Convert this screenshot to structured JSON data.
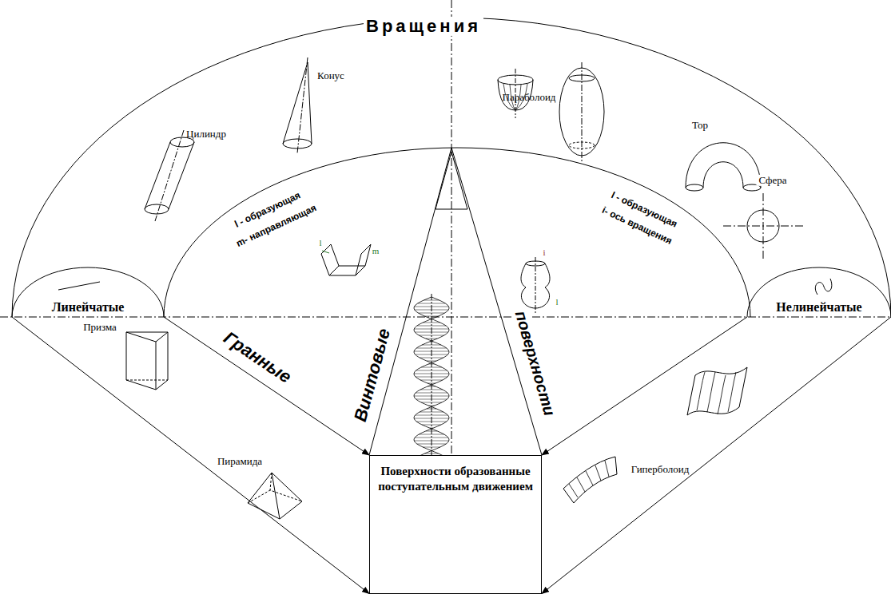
{
  "diagram": {
    "title": "Вращения",
    "nodes": [
      {
        "text": [
          "Линейчатые"
        ]
      },
      {
        "text": [
          "Нелинейчатые"
        ]
      },
      {
        "text": [
          "Поверхности образованные поступательным движением"
        ]
      }
    ],
    "edges": [
      {
        "from": 0,
        "to": 2,
        "arrow": "to"
      },
      {
        "from": 0,
        "to": 2,
        "arrow": "to"
      },
      {
        "from": 1,
        "to": 2,
        "arrow": "to"
      },
      {
        "from": 1,
        "to": 2,
        "arrow": "to"
      }
    ],
    "labels": [
      "Конус",
      "Цилиндр",
      "Параболоид",
      "Тор",
      "Сфера",
      "l - образующая",
      "m- направляющая",
      "l - образующая",
      "i- ось вращения",
      "l",
      "m",
      "i",
      "l",
      "Призма",
      "Пирамида",
      "Гранные",
      "Винтовые",
      "поверхности",
      "Гиперболоид"
    ]
  }
}
